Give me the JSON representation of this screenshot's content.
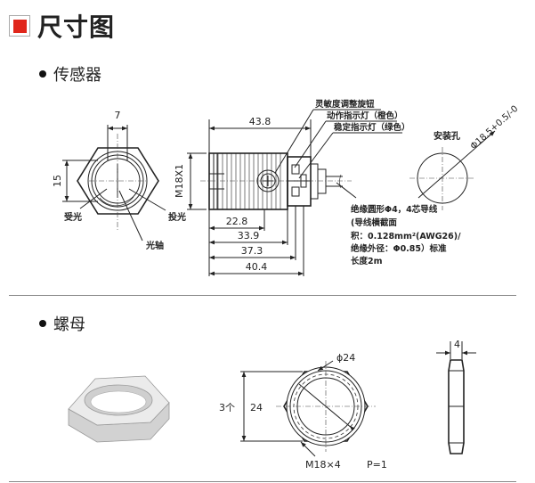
{
  "header": {
    "title": "尺寸图"
  },
  "sections": {
    "sensor": "传感器",
    "nut": "螺母"
  },
  "sensor_front": {
    "dim_width": "7",
    "dim_height": "15",
    "receiver": "受光",
    "emitter": "投光",
    "optical_axis": "光轴"
  },
  "sensor_side": {
    "thread": "M18X1",
    "dims": {
      "d1": "43.8",
      "d2": "22.8",
      "d3": "33.9",
      "d4": "37.3",
      "d5": "40.4"
    },
    "callouts": {
      "knob": "灵敏度调整旋钮",
      "action_led": "动作指示灯（橙色）",
      "stable_led": "稳定指示灯（绿色）"
    },
    "cable_note": [
      "绝缘圆形Φ4，4芯导线",
      "(导线横截面",
      "积：0.128mm²(AWG26)/",
      "绝缘外径：Φ0.85）标准",
      "长度2m"
    ]
  },
  "mount_hole": {
    "label": "安装孔",
    "dim": "Φ18.5+0.5/-0"
  },
  "nut": {
    "dim_diameter": "ϕ24",
    "dim_height_prefix": "3个",
    "dim_height_value": "24",
    "dim_thickness": "4",
    "thread": "M18×4",
    "pitch": "P=1"
  },
  "colors": {
    "accent": "#e0261b",
    "nut_shade": "#e6e6e6"
  }
}
